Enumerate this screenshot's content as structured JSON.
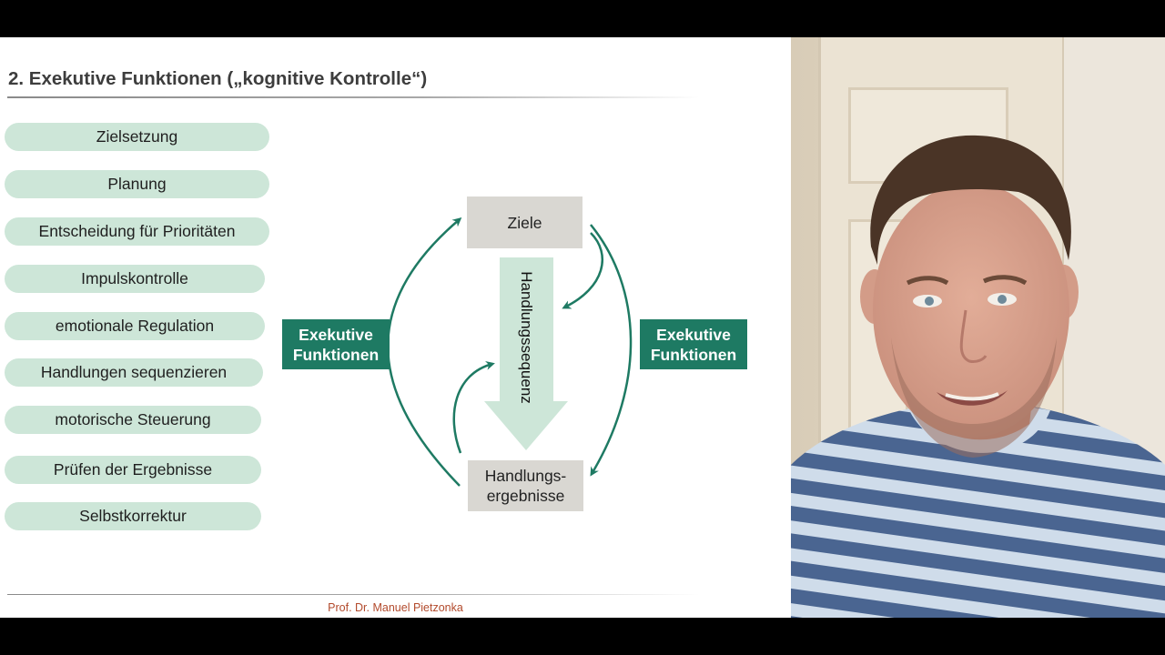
{
  "slide": {
    "title": "2. Exekutive Funktionen („kognitive Kontrolle“)",
    "footer": "Prof. Dr. Manuel Pietzonka"
  },
  "functions": [
    "Zielsetzung",
    "Planung",
    "Entscheidung für Prioritäten",
    "Impulskontrolle",
    "emotionale Regulation",
    "Handlungen sequenzieren",
    "motorische Steuerung",
    "Prüfen der Ergebnisse",
    "Selbstkorrektur"
  ],
  "diagram": {
    "left_box": {
      "line1": "Exekutive",
      "line2": "Funktionen"
    },
    "right_box": {
      "line1": "Exekutive",
      "line2": "Funktionen"
    },
    "goals": "Ziele",
    "sequence": "Handlungssequenz",
    "results": {
      "line1": "Handlungs-",
      "line2": "ergebnisse"
    }
  },
  "colors": {
    "accent": "#1e7a63",
    "pill": "#cde6d8",
    "grey_box": "#d9d7d2",
    "arrow": "#cde6d8",
    "footer": "#b24a2c"
  },
  "webcam": {
    "subject": "presenter-video"
  }
}
